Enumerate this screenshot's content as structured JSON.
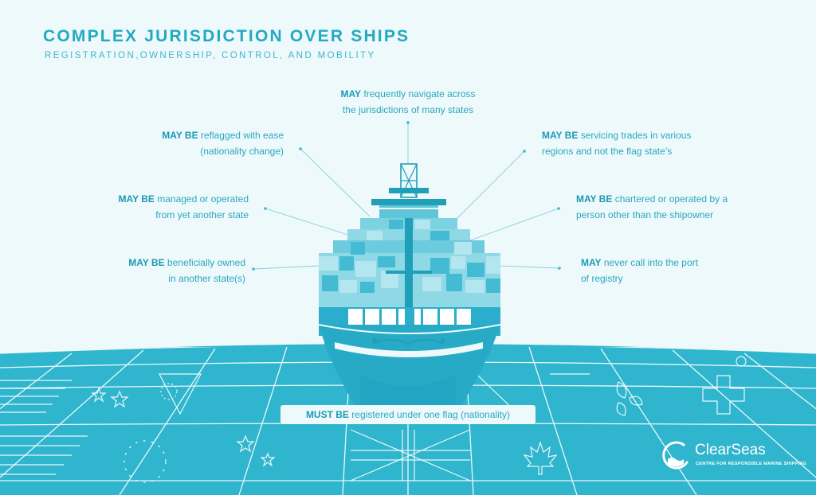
{
  "header": {
    "title": "COMPLEX JURISDICTION OVER SHIPS",
    "subtitle": "REGISTRATION,OWNERSHIP, CONTROL, AND MOBILITY"
  },
  "callouts": {
    "navigate": {
      "kw": "MAY",
      "line1": " frequently navigate across",
      "line2": "the jurisdictions of many states"
    },
    "reflagged": {
      "kw": "MAY BE",
      "line1": " reflagged with ease",
      "line2": "(nationality change)"
    },
    "servicing": {
      "kw": "MAY BE",
      "line1": " servicing trades in various",
      "line2": "regions and not the flag state’s"
    },
    "managed": {
      "kw": "MAY BE",
      "line1": " managed or operated",
      "line2": "from yet another state"
    },
    "chartered": {
      "kw": "MAY BE",
      "line1": " chartered or operated by a",
      "line2": "person other than the shipowner"
    },
    "owned": {
      "kw": "MAY BE",
      "line1": " beneficially owned",
      "line2": "in another state(s)"
    },
    "port": {
      "kw": "MAY",
      "line1": " never call into the port",
      "line2": "of registry"
    }
  },
  "must": {
    "kw": "MUST BE",
    "text": " registered under one flag (nationality)"
  },
  "logo": {
    "name": "ClearSeas",
    "tagline": "CENTRE FOR RESPONSIBLE MARINE SHIPPING"
  },
  "colors": {
    "accent": "#22a9c3",
    "sea": "#2fb5cd",
    "light": "#eef9fb"
  }
}
